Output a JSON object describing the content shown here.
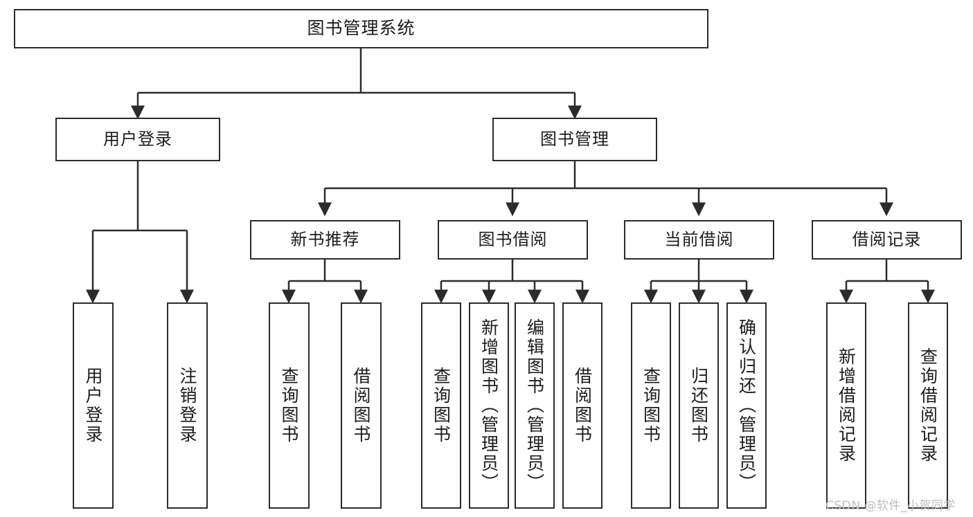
{
  "diagram": {
    "title": "图书管理系统",
    "type": "tree-hierarchy-chart",
    "colors": {
      "box_border": "#2b2b2b",
      "box_fill": "#ffffff",
      "edge": "#2b2b2b",
      "text": "#1c1c1c",
      "watermark": "#bdbdbd",
      "background": "#ffffff"
    }
  },
  "nodes": {
    "root": {
      "label": "图书管理系统"
    },
    "level2": [
      {
        "id": "user-login",
        "label": "用户登录"
      },
      {
        "id": "book-management",
        "label": "图书管理"
      }
    ],
    "level3": [
      {
        "id": "new-book-recommend",
        "label": "新书推荐"
      },
      {
        "id": "book-borrow",
        "label": "图书借阅"
      },
      {
        "id": "current-borrow",
        "label": "当前借阅"
      },
      {
        "id": "borrow-record",
        "label": "借阅记录"
      }
    ],
    "leaves": {
      "user-login": [
        {
          "id": "leaf-user-login",
          "label": "用户登录"
        },
        {
          "id": "leaf-logout",
          "label": "注销登录"
        }
      ],
      "new-book-recommend": [
        {
          "id": "leaf-query-book-1",
          "label": "查询图书"
        },
        {
          "id": "leaf-borrow-book-1",
          "label": "借阅图书"
        }
      ],
      "book-borrow": [
        {
          "id": "leaf-query-book-2",
          "label": "查询图书"
        },
        {
          "id": "leaf-add-book",
          "label": "新增图书（管理员）"
        },
        {
          "id": "leaf-edit-book",
          "label": "编辑图书（管理员）"
        },
        {
          "id": "leaf-borrow-book-2",
          "label": "借阅图书"
        }
      ],
      "current-borrow": [
        {
          "id": "leaf-query-book-3",
          "label": "查询图书"
        },
        {
          "id": "leaf-return-book",
          "label": "归还图书"
        },
        {
          "id": "leaf-confirm-return",
          "label": "确认归还（管理员）"
        }
      ],
      "borrow-record": [
        {
          "id": "leaf-add-record",
          "label": "新增借阅记录"
        },
        {
          "id": "leaf-query-record",
          "label": "查询借阅记录"
        }
      ]
    }
  },
  "watermark": {
    "text": "CSDN @软件_小贺同学"
  }
}
